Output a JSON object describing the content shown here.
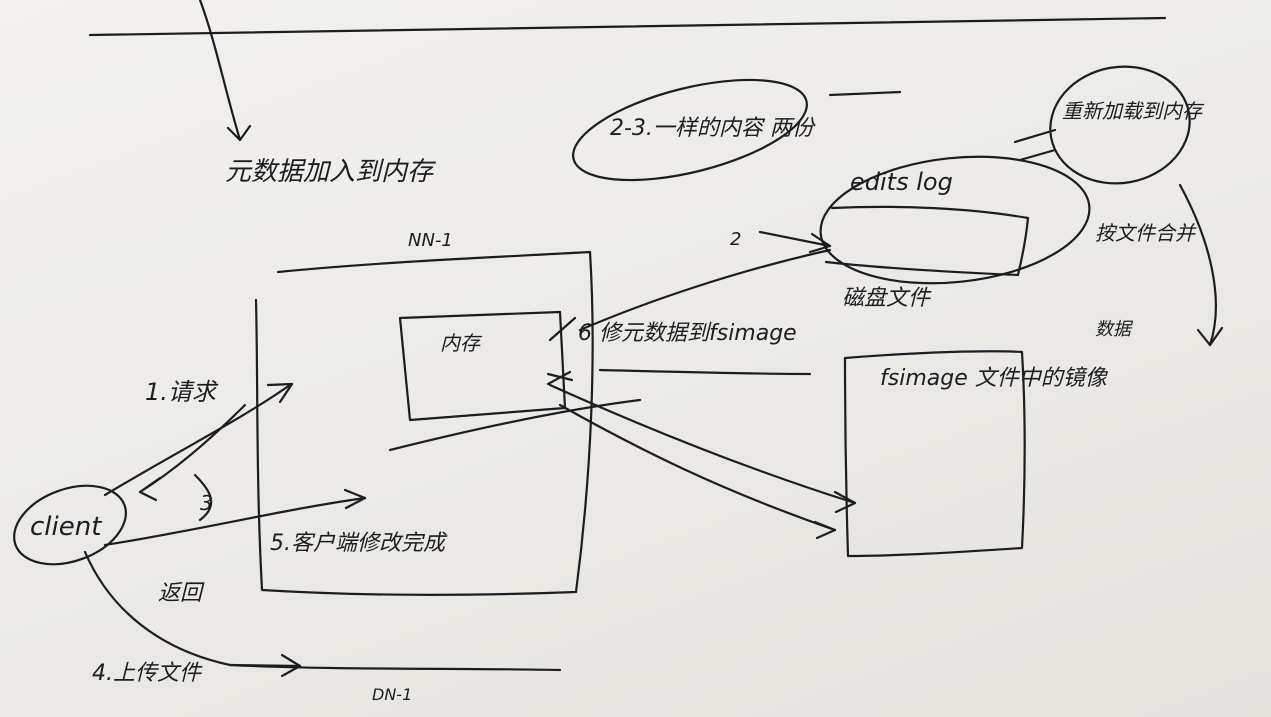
{
  "labels": {
    "metadata_mem": "元数据加入到内存",
    "nn1": "NN-1",
    "memory": "内存",
    "step6": "6 修元数据到fsimage",
    "step1": "1.请求",
    "step5": "5.客户端修改完成",
    "return": "返回",
    "upload": "4.上传文件",
    "dn1": "DN-1",
    "client": "client",
    "step23": "2-3.一样的内容 两份",
    "edits_log": "edits log",
    "step2": "2",
    "disk_file": "磁盘文件",
    "rewrite": "重新加载到内存",
    "merge_file": "按文件合并",
    "fsimage": "fsimage 文件中的镜像",
    "data_label": "数据",
    "return_num": "3"
  }
}
